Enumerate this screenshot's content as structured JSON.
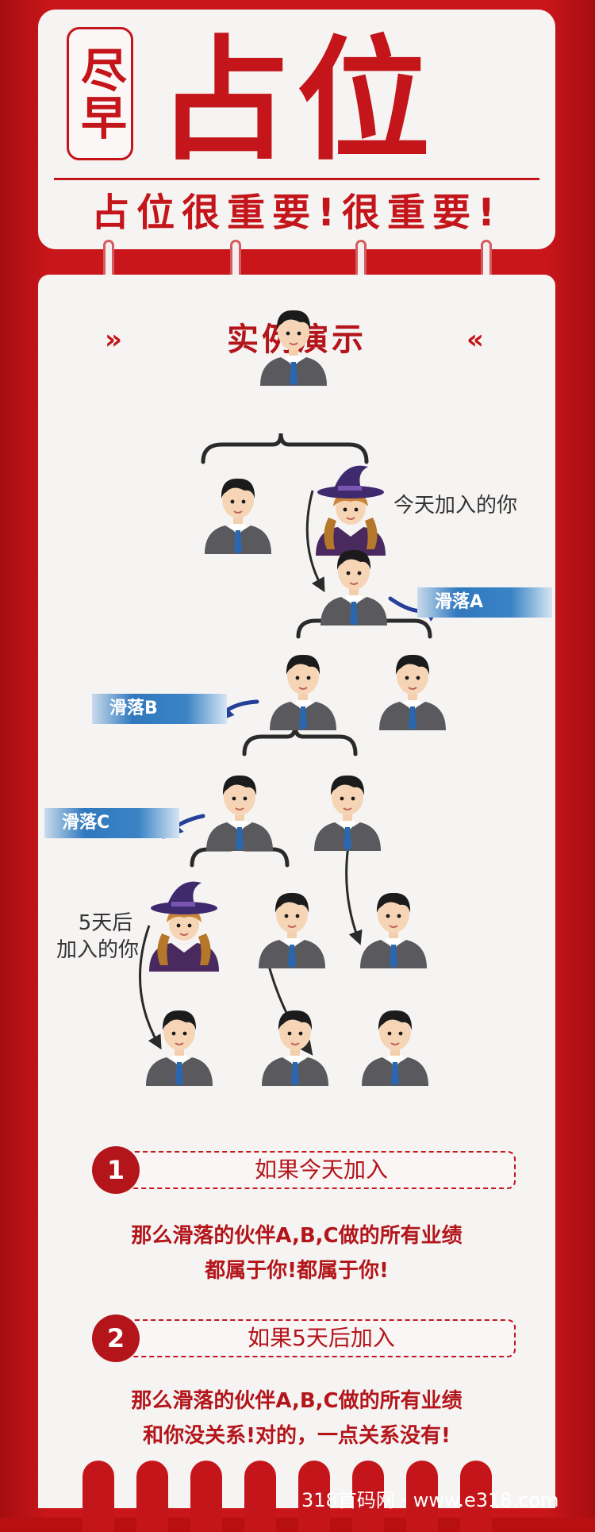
{
  "header": {
    "soon": "尽早",
    "title": "占位",
    "subtitle": "占位很重要!很重要!"
  },
  "demo": {
    "title": "实例演示",
    "left_chevron": "»",
    "right_chevron": "«"
  },
  "labels": {
    "today": "今天加入的你",
    "later_line1": "5天后",
    "later_line2": "加入的你",
    "slide_a": "滑落A",
    "slide_b": "滑落B",
    "slide_c": "滑落C"
  },
  "steps": [
    {
      "num": "1",
      "title": "如果今天加入",
      "line1": "那么滑落的伙伴A,B,C做的所有业绩",
      "line2": "都属于你!都属于你!"
    },
    {
      "num": "2",
      "title": "如果5天后加入",
      "line1": "那么滑落的伙伴A,B,C做的所有业绩",
      "line2": "和你没关系!对的，一点关系没有!"
    }
  ],
  "watermark": "318首码网  · www.e318.com",
  "colors": {
    "brand_red": "#c3151a",
    "card": "#f6f4f3",
    "suit": "#5a5a5e",
    "tie": "#2b67b0",
    "slide_blue": "#2f78bd"
  }
}
